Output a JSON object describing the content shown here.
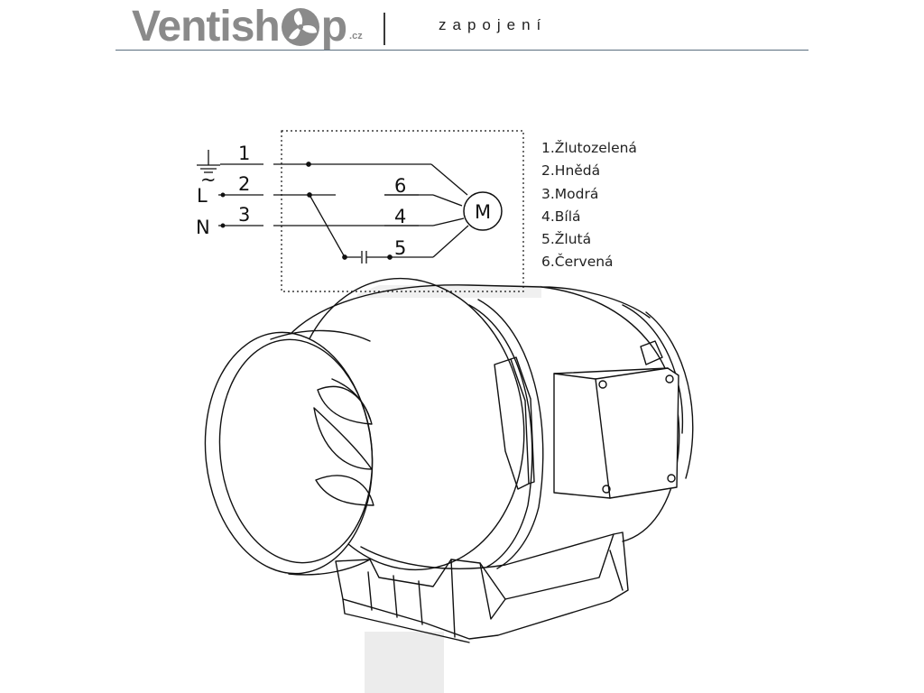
{
  "brand": {
    "name_prefix": "Ventish",
    "name_suffix": "p",
    "tld": ".cz"
  },
  "header": {
    "title": "zapojení"
  },
  "diagram": {
    "terminals": {
      "t1": "1",
      "t2": "2",
      "t3": "3",
      "t4": "4",
      "t5": "5",
      "t6": "6"
    },
    "phase_label": "L",
    "phase_mark": "~",
    "neutral_label": "N",
    "motor_label": "M"
  },
  "legend": {
    "items": [
      "1.Žlutozelená",
      "2.Hnědá",
      "3.Modrá",
      "4.Bílá",
      "5.Žlutá",
      "6.Červená"
    ]
  },
  "icons": {
    "brand_mark": "fan-icon",
    "earth": "ground-icon",
    "motor": "motor-icon",
    "capacitor": "capacitor-icon"
  }
}
